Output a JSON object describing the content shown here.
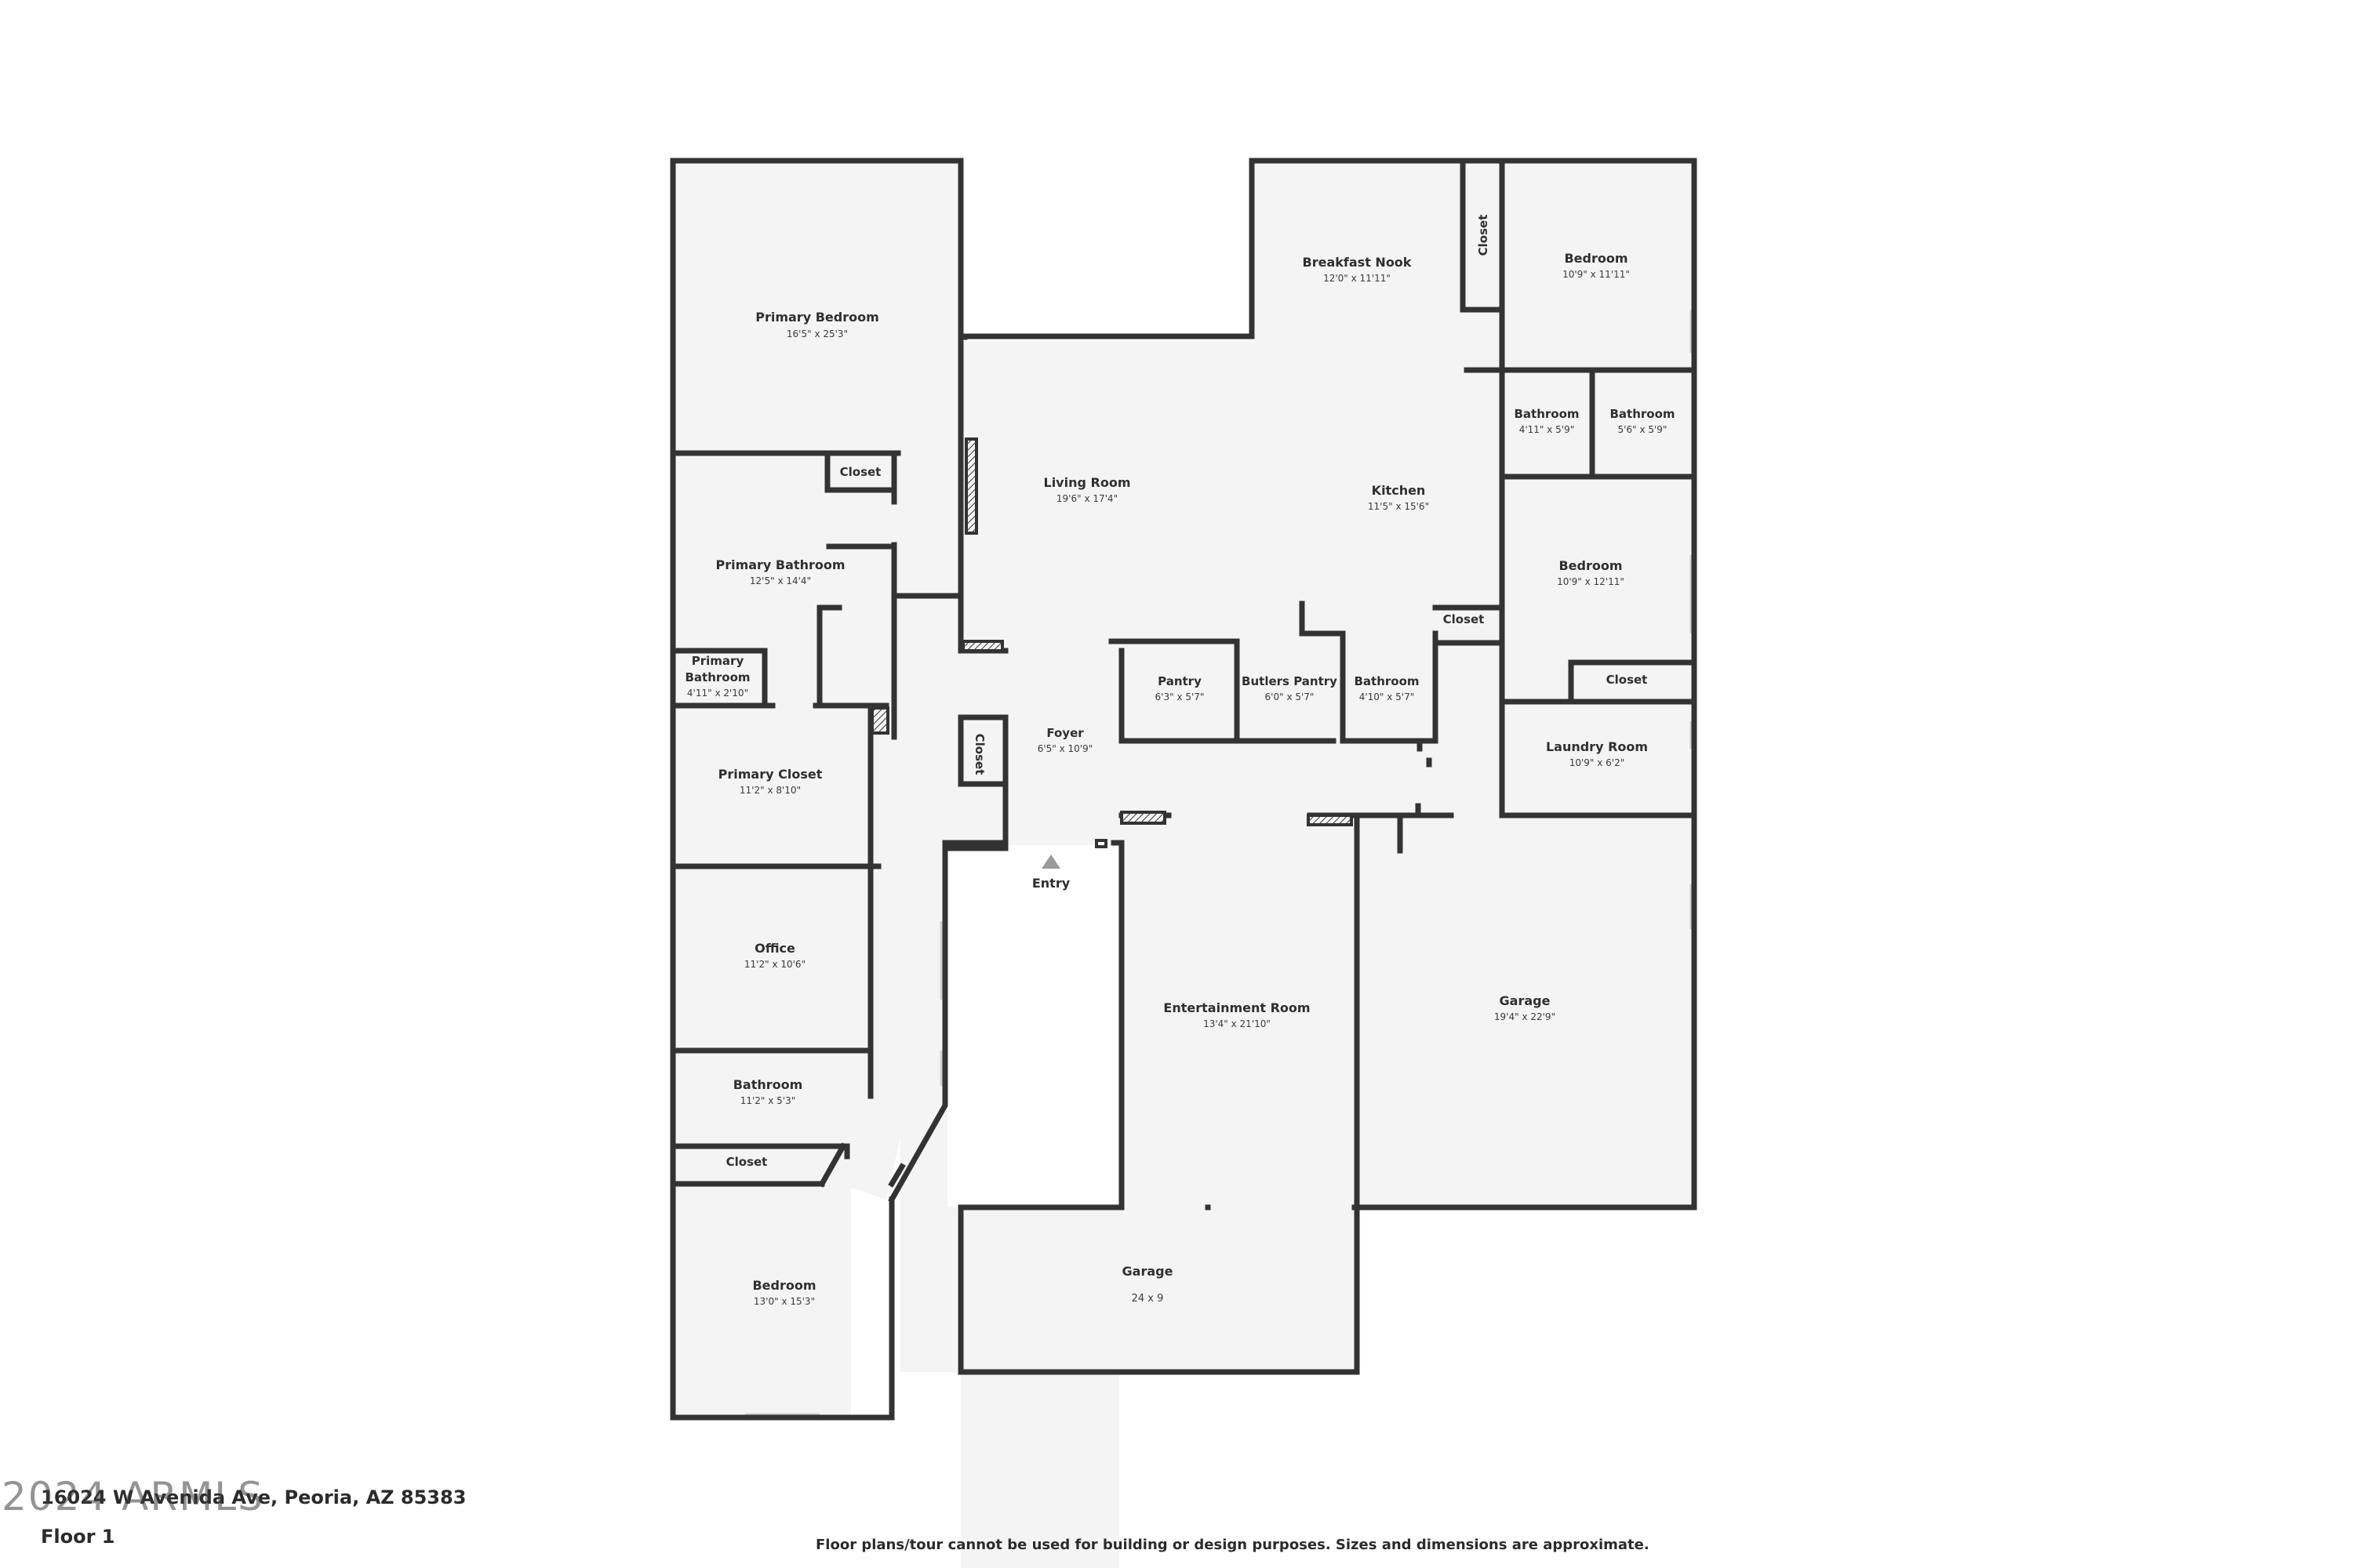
{
  "rooms": [
    {
      "key": "primary-bedroom",
      "name": "Primary Bedroom",
      "dim": "16'5\" x 25'3\""
    },
    {
      "key": "breakfast-nook",
      "name": "Breakfast Nook",
      "dim": "12'0\" x 11'11\""
    },
    {
      "key": "bedroom-ne",
      "name": "Bedroom",
      "dim": "10'9\" x 11'11\""
    },
    {
      "key": "closet-nook",
      "name": "Closet",
      "dim": ""
    },
    {
      "key": "bathroom-a",
      "name": "Bathroom",
      "dim": "4'11\" x 5'9\""
    },
    {
      "key": "bathroom-b",
      "name": "Bathroom",
      "dim": "5'6\" x 5'9\""
    },
    {
      "key": "closet-primary-bath",
      "name": "Closet",
      "dim": ""
    },
    {
      "key": "living-room",
      "name": "Living Room",
      "dim": "19'6\" x 17'4\""
    },
    {
      "key": "kitchen",
      "name": "Kitchen",
      "dim": "11'5\" x 15'6\""
    },
    {
      "key": "primary-bathroom",
      "name": "Primary Bathroom",
      "dim": "12'5\" x 14'4\""
    },
    {
      "key": "bedroom-e",
      "name": "Bedroom",
      "dim": "10'9\" x 12'11\""
    },
    {
      "key": "closet-kitchen",
      "name": "Closet",
      "dim": ""
    },
    {
      "key": "primary-toilet",
      "name": "Primary\nBathroom",
      "dim": "4'11\" x 2'10\""
    },
    {
      "key": "pantry",
      "name": "Pantry",
      "dim": "6'3\" x 5'7\""
    },
    {
      "key": "butlers-pantry",
      "name": "Butlers Pantry",
      "dim": "6'0\" x 5'7\""
    },
    {
      "key": "bathroom-c",
      "name": "Bathroom",
      "dim": "4'10\" x 5'7\""
    },
    {
      "key": "closet-bedroom-e",
      "name": "Closet",
      "dim": ""
    },
    {
      "key": "foyer",
      "name": "Foyer",
      "dim": "6'5\" x 10'9\""
    },
    {
      "key": "closet-foyer",
      "name": "Closet",
      "dim": ""
    },
    {
      "key": "laundry-room",
      "name": "Laundry Room",
      "dim": "10'9\" x 6'2\""
    },
    {
      "key": "primary-closet",
      "name": "Primary Closet",
      "dim": "11'2\" x 8'10\""
    },
    {
      "key": "entry",
      "name": "Entry",
      "dim": ""
    },
    {
      "key": "office",
      "name": "Office",
      "dim": "11'2\" x 10'6\""
    },
    {
      "key": "garage",
      "name": "Garage",
      "dim": "19'4\" x 22'9\""
    },
    {
      "key": "entertainment-room",
      "name": "Entertainment Room",
      "dim": "13'4\" x 21'10\""
    },
    {
      "key": "bathroom-d",
      "name": "Bathroom",
      "dim": "11'2\" x 5'3\""
    },
    {
      "key": "closet-hall",
      "name": "Closet",
      "dim": ""
    },
    {
      "key": "garage-small",
      "name": "Garage",
      "dim": "24  x  9"
    },
    {
      "key": "bedroom-sw",
      "name": "Bedroom",
      "dim": "13'0\" x 15'3\""
    }
  ],
  "footer": {
    "address": "16024 W Avenida Ave, Peoria, AZ 85383",
    "watermark": "2024 ARMLS",
    "floor": "Floor 1",
    "disclaimer": "Floor plans/tour cannot be used for building or design purposes. Sizes and dimensions are approximate."
  },
  "colors": {
    "wall": "#333333",
    "floor": "#f4f4f4",
    "window": "#cfcfcf",
    "background": "#ffffff"
  }
}
